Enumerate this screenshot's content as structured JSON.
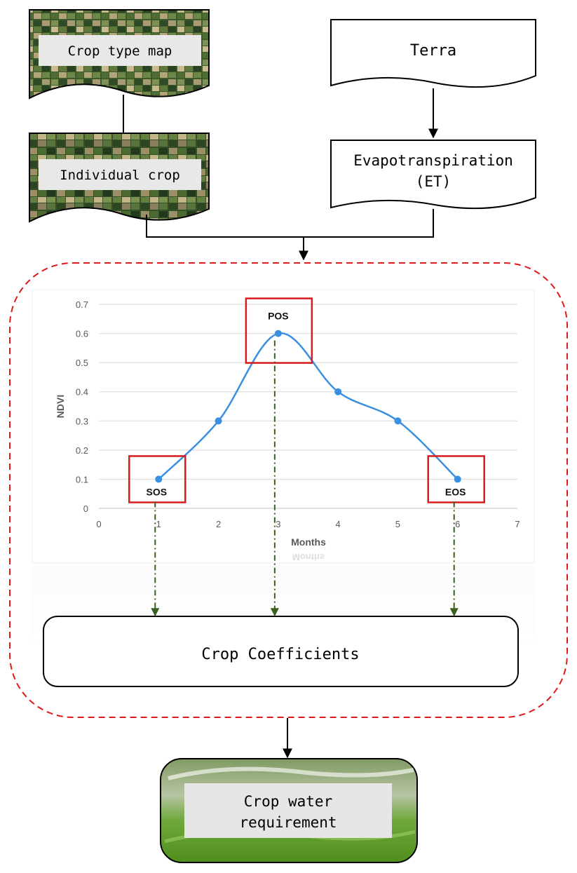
{
  "nodes": {
    "crop_type_map": "Crop type map",
    "individual_crop": "Individual crop",
    "terra": "Terra",
    "et_line1": "Evapotranspiration",
    "et_line2": "(ET)",
    "crop_coefficients": "Crop Coefficients",
    "cwr_line1": "Crop water",
    "cwr_line2": "requirement"
  },
  "colors": {
    "line": "#3b8fe0",
    "point": "#3b8fe0",
    "highlight_box": "#d81b1b",
    "dashed_border": "#e01a1a",
    "projection_arrow": "#3a5f1e",
    "grid": "#d9d9d9",
    "axis_text": "#595959"
  },
  "chart_data": {
    "type": "line",
    "title": "",
    "xlabel": "Months",
    "ylabel": "NDVI",
    "xlim": [
      0,
      7
    ],
    "ylim": [
      0,
      0.7
    ],
    "x_ticks": [
      "0",
      "1",
      "2",
      "3",
      "4",
      "5",
      "6",
      "7"
    ],
    "y_ticks": [
      "0",
      "0.1",
      "0.2",
      "0.3",
      "0.4",
      "0.5",
      "0.6",
      "0.7"
    ],
    "grid": true,
    "smooth": true,
    "series": [
      {
        "x": [
          1,
          2,
          3,
          4,
          5,
          6
        ],
        "values": [
          0.1,
          0.3,
          0.6,
          0.4,
          0.3,
          0.1
        ]
      }
    ],
    "annotations": [
      {
        "label": "SOS",
        "x": 1,
        "y": 0.1
      },
      {
        "label": "POS",
        "x": 3,
        "y": 0.6
      },
      {
        "label": "EOS",
        "x": 6,
        "y": 0.1
      }
    ]
  }
}
